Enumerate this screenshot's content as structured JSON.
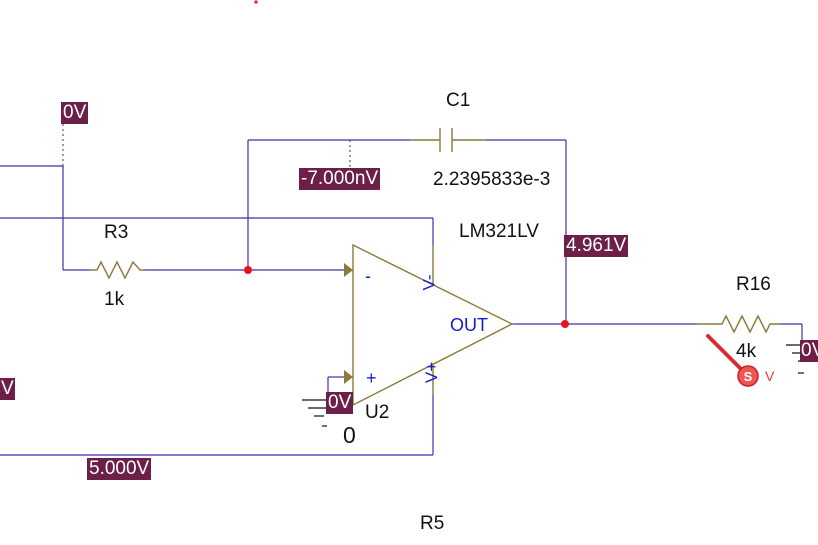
{
  "components": {
    "c1": {
      "name": "C1",
      "value": "2.2395833e-3"
    },
    "r3": {
      "name": "R3",
      "value": "1k"
    },
    "r16": {
      "name": "R16",
      "value": "4k"
    },
    "r5": {
      "name": "R5"
    },
    "u2": {
      "name": "U2",
      "model": "LM321LV",
      "pin_minus": "-",
      "pin_plus": "+",
      "pin_vminus": "V-",
      "pin_vplus": "V+",
      "pin_out": "OUT"
    },
    "ground": {
      "node_label": "0"
    }
  },
  "voltages": {
    "top_left": "0V",
    "inverting_node": "-7.000nV",
    "output": "4.961V",
    "noninv_ground": "0V",
    "supply_bottom": "5.000V",
    "left_edge": "V",
    "right_edge_ground": "0V"
  },
  "probe": {
    "icon": "voltage-probe-icon",
    "letter": "S",
    "suffix": "V"
  },
  "colors": {
    "wire": "#4b2aa8",
    "component": "#8c7a3a",
    "node": "#e8141c",
    "voltage_tag_bg": "#6b1f49",
    "voltage_tag_text": "#ffffff",
    "pin_text": "#1a1acc",
    "probe": "#e03a3a"
  }
}
